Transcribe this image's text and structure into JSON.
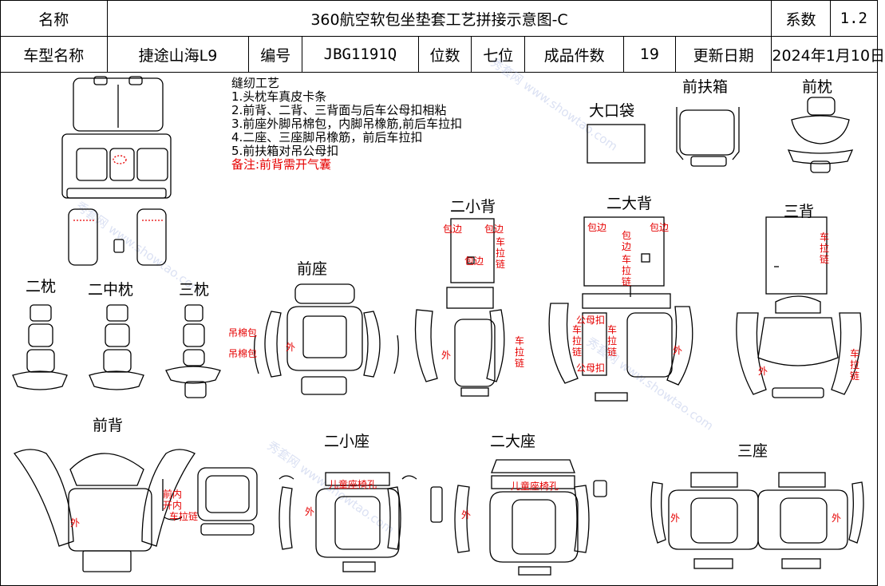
{
  "header": {
    "name_label": "名称",
    "title": "360航空软包坐垫套工艺拼接示意图-C",
    "coef_label": "系数",
    "coef_value": "1.2",
    "model_label": "车型名称",
    "model_value": "捷途山海L9",
    "code_label": "编号",
    "code_value": "JBG1191Q",
    "seats_label": "位数",
    "seats_value": "七位",
    "pieces_label": "成品件数",
    "pieces_value": "19",
    "update_label": "更新日期",
    "update_value": "2024年1月10日"
  },
  "notes": {
    "heading": "缝纫工艺",
    "items": [
      "1.头枕车真皮卡条",
      "2.前背、二背、三背面与后车公母扣相粘",
      "3.前座外脚吊棉包，内脚吊橡筋,前后车拉扣",
      "4.二座、三座脚吊橡筋，前后车拉扣",
      "5.前扶箱对吊公母扣"
    ],
    "remark": "备注:前背需开气囊"
  },
  "sections": {
    "big_pocket": "大口袋",
    "front_armrest": "前扶箱",
    "front_headrest": "前枕",
    "second_small_back": "二小背",
    "second_big_back": "二大背",
    "third_back": "三背",
    "front_seat": "前座",
    "second_headrest": "二枕",
    "second_mid_headrest": "二中枕",
    "third_headrest": "三枕",
    "front_back": "前背",
    "second_small_seat": "二小座",
    "second_big_seat": "二大座",
    "third_seat": "三座"
  },
  "annotations": {
    "wrap_edge": "包边",
    "zipper": "车拉链",
    "outer": "外",
    "cotton_bag": "吊棉包",
    "male_female": "公母扣",
    "child_seat_hole": "儿童座椅孔",
    "front_inner": "前内",
    "open_inner": "开内"
  },
  "watermark": {
    "text": "秀套网 www.showtao.com"
  },
  "colors": {
    "line": "#000000",
    "annotation": "#e60000"
  }
}
